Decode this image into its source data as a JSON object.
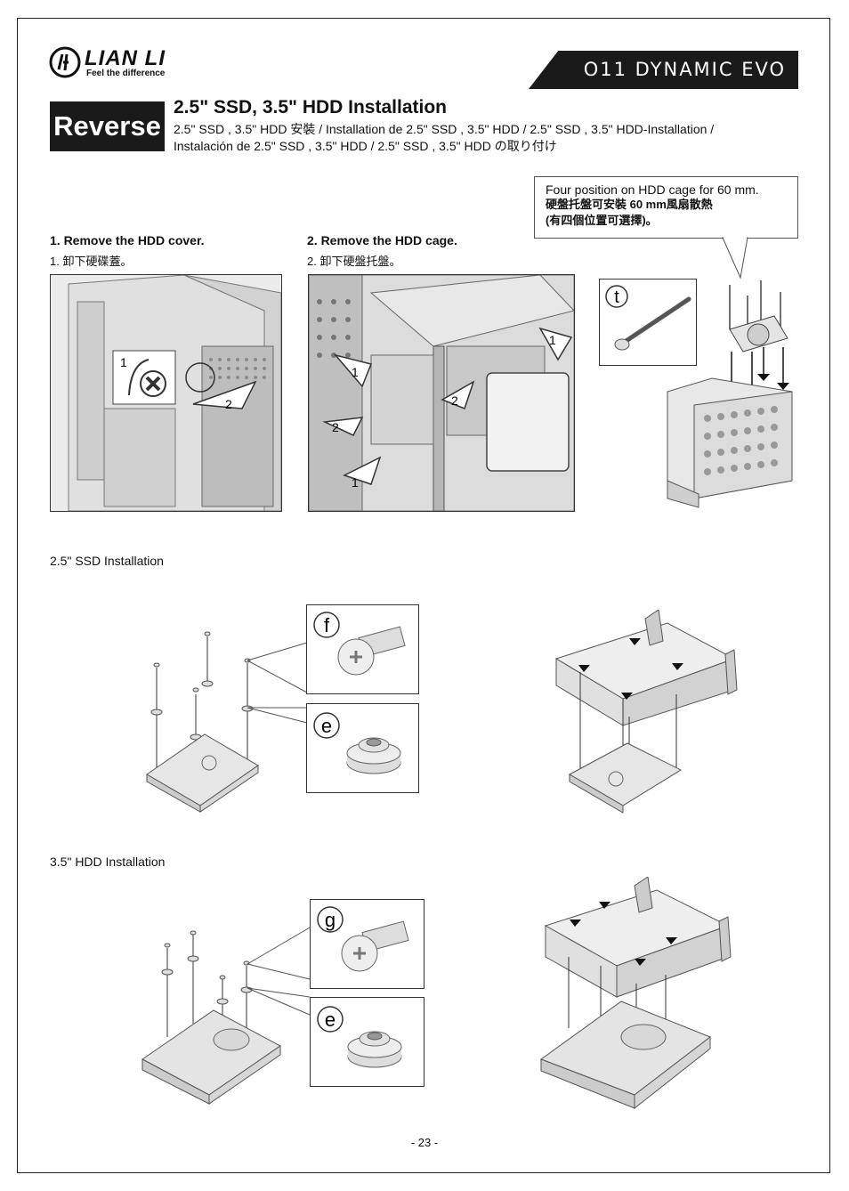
{
  "header": {
    "brand": "LIAN LI",
    "tagline": "Feel the difference",
    "model": "O11 DYNAMIC EVO"
  },
  "section": {
    "badge": "Reverse",
    "title": "2.5\" SSD, 3.5\" HDD Installation",
    "subtitle_line1": "2.5\" SSD , 3.5\" HDD 安裝 / Installation de 2.5\" SSD , 3.5\" HDD / 2.5\" SSD , 3.5\" HDD-Installation /",
    "subtitle_line2": "Instalación de 2.5\" SSD , 3.5\" HDD / 2.5\" SSD , 3.5\" HDD の取り付け"
  },
  "callout": {
    "line1": "Four position on HDD cage for 60 mm.",
    "line2": "硬盤托盤可安裝 60 mm風扇散熱",
    "line3": "(有四個位置可選擇)。"
  },
  "steps": [
    {
      "title": "1. Remove the HDD cover.",
      "subtitle": "1. 卸下硬碟蓋。",
      "marks": [
        "1",
        "2"
      ]
    },
    {
      "title": "2. Remove the HDD cage.",
      "subtitle": "2. 卸下硬盤托盤。",
      "marks": [
        "1",
        "2",
        "2",
        "1",
        "1"
      ]
    }
  ],
  "parts": {
    "t": "t",
    "f": "f",
    "e1": "e",
    "g": "g",
    "e2": "e"
  },
  "ssd_section": "2.5\" SSD Installation",
  "hdd_section": "3.5\" HDD Installation",
  "page_number": "- 23 -"
}
